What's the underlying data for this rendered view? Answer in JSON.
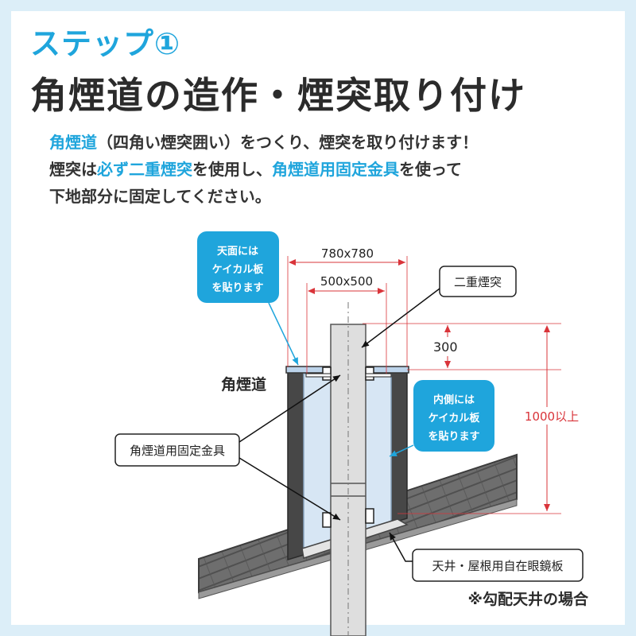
{
  "header": {
    "step": "ステップ①",
    "title": "角煙道の造作・煙突取り付け"
  },
  "description": {
    "line1": {
      "part1": "角煙道",
      "part2": "（四角い煙突囲い）をつくり、煙突を取り付けます！"
    },
    "line2": {
      "part1": "煙突は",
      "part2": "必ず二重煙突",
      "part3": "を使用し、",
      "part4": "角煙道用固定金具",
      "part5": "を使って"
    },
    "line3": "下地部分に固定してください。"
  },
  "diagram": {
    "dim_outer": "780x780",
    "dim_inner": "500x500",
    "dim_300": "300",
    "dim_1000": "1000以上",
    "callout_top": [
      "天面には",
      "ケイカル板",
      "を貼ります"
    ],
    "callout_inside": [
      "内側には",
      "ケイカル板",
      "を貼ります"
    ],
    "label_chimney": "二重煙突",
    "label_kakuentou": "角煙道",
    "label_bracket": "角煙道用固定金具",
    "label_ceiling": "天井・屋根用自在眼鏡板",
    "note": "※勾配天井の場合"
  },
  "colors": {
    "accent": "#1fa5dc",
    "dimension": "#d9343a",
    "dark_wall": "#444444",
    "roof": "#6e6e6e"
  }
}
